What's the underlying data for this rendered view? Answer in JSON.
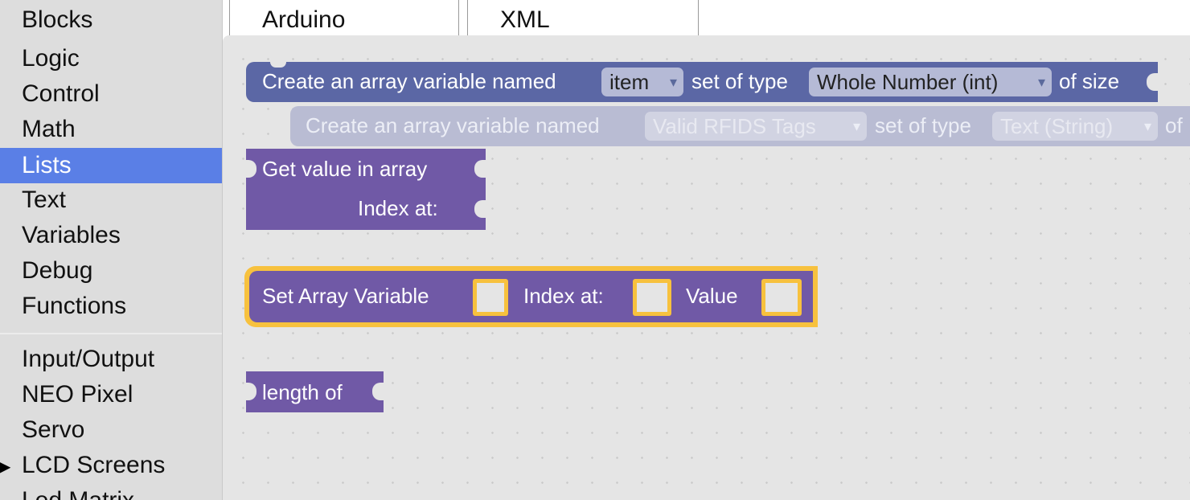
{
  "sidebar": {
    "items": [
      {
        "label": "Blocks"
      },
      {
        "label": "Logic"
      },
      {
        "label": "Control"
      },
      {
        "label": "Math"
      },
      {
        "label": "Lists"
      },
      {
        "label": "Text"
      },
      {
        "label": "Variables"
      },
      {
        "label": "Debug"
      },
      {
        "label": "Functions"
      },
      {
        "label": "Input/Output"
      },
      {
        "label": "NEO Pixel"
      },
      {
        "label": "Servo"
      },
      {
        "label": "LCD Screens"
      },
      {
        "label": "Led Matrix"
      }
    ],
    "selected": "Lists",
    "selected_color": "#5a7fe6"
  },
  "tabs": [
    {
      "label": "Arduino"
    },
    {
      "label": "XML"
    }
  ],
  "blocks": {
    "create_array": {
      "label": "Create an array variable named",
      "var_name": "item",
      "type_label": "set of type",
      "type_value": "Whole Number (int)",
      "size_label": "of size",
      "color": "#5b67a5"
    },
    "create_array_ghost": {
      "label": "Create an array variable named",
      "var_name": "Valid RFIDS Tags",
      "type_label": "set of type",
      "type_value": "Text (String)",
      "size_label": "of"
    },
    "get_value": {
      "label": "Get value in array",
      "index_label": "Index at:",
      "color": "#7059a6"
    },
    "set_array": {
      "label": "Set Array Variable",
      "index_label": "Index at:",
      "value_label": "Value",
      "color": "#7059a6",
      "highlight_color": "#f7c13e"
    },
    "length_of": {
      "label": "length of",
      "color": "#7059a6"
    }
  }
}
